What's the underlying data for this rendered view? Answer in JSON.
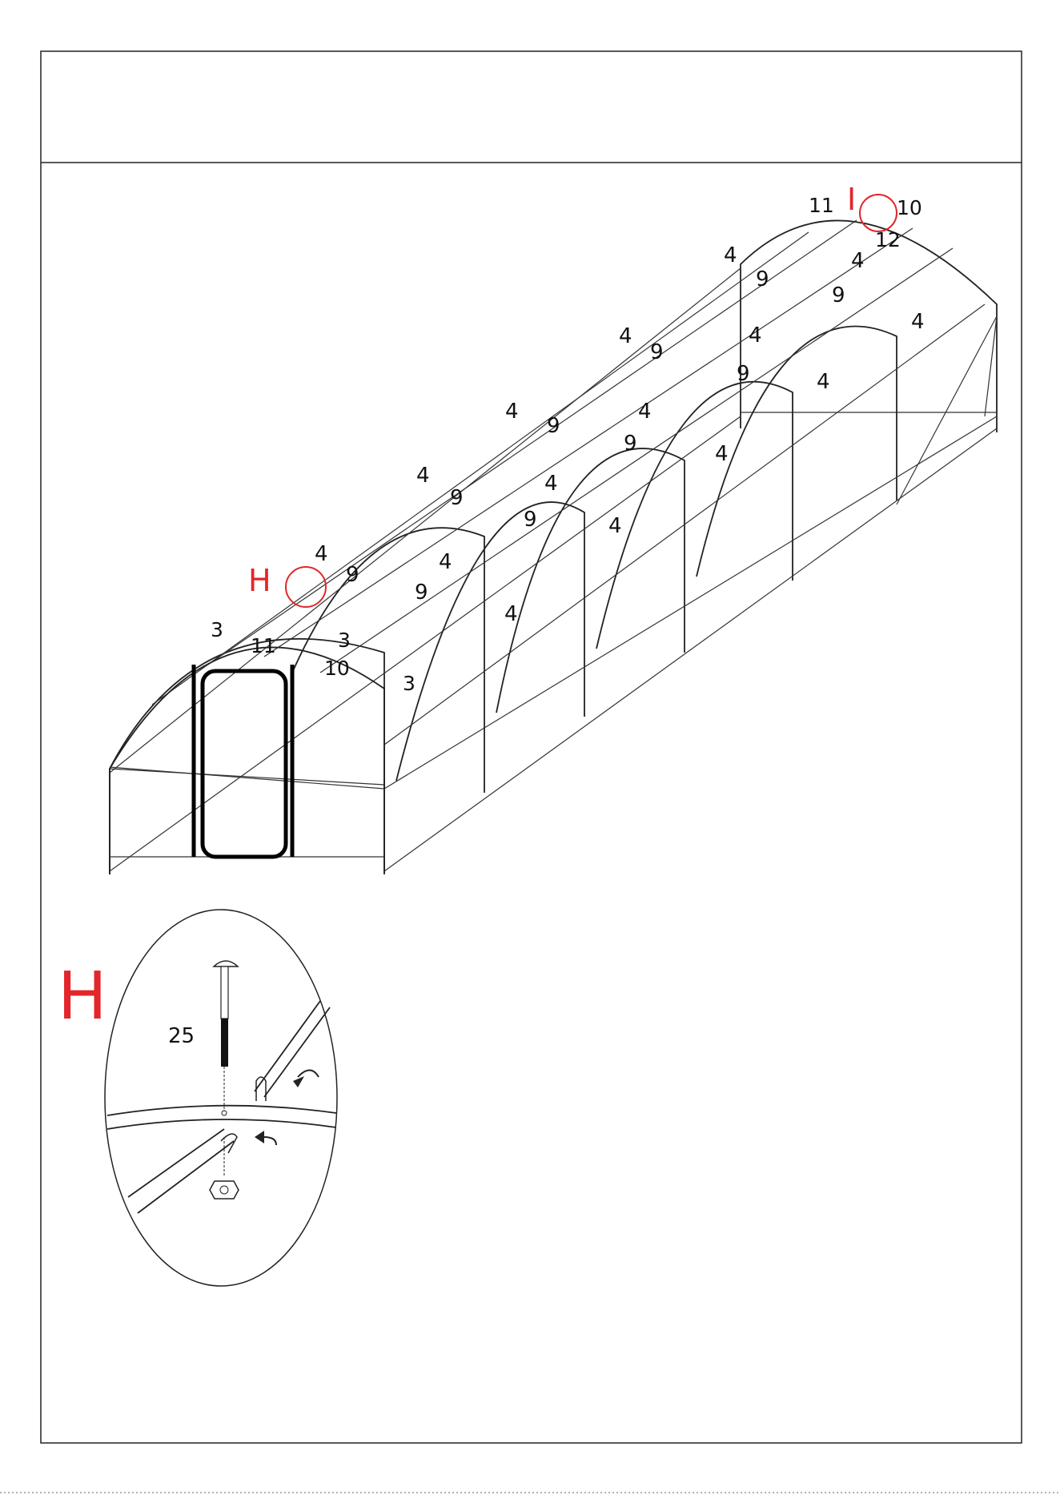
{
  "colors": {
    "accent": "#e3262b",
    "line": "#222222",
    "paper": "#ffffff"
  },
  "callouts": {
    "detail_h": "H",
    "detail_i": "I"
  },
  "detail_h": {
    "letter": "H",
    "bolt_part": "25"
  },
  "part_labels": {
    "top_i_11": "11",
    "top_i_10": "10",
    "top_i_12": "12",
    "r1_4": "4",
    "r1_9": "9",
    "r1_4b": "4",
    "r1_9b": "9",
    "r1_4c": "4",
    "r2_4": "4",
    "r2_9": "9",
    "r2_4b": "4",
    "r2_9b": "9",
    "r2_4c": "4",
    "r3_4": "4",
    "r3_9": "9",
    "r3_4b": "4",
    "r3_9b": "9",
    "r3_4c": "4",
    "r4_4": "4",
    "r4_9": "9",
    "r4_4b": "4",
    "r4_9b": "9",
    "r4_4c": "4",
    "r5_4": "4",
    "r5_9": "9",
    "r5_4b": "4",
    "r5_9b": "9",
    "r5_4c": "4",
    "front_3": "3",
    "front_11": "11",
    "front_3b": "3",
    "front_10": "10",
    "front_3c": "3"
  }
}
